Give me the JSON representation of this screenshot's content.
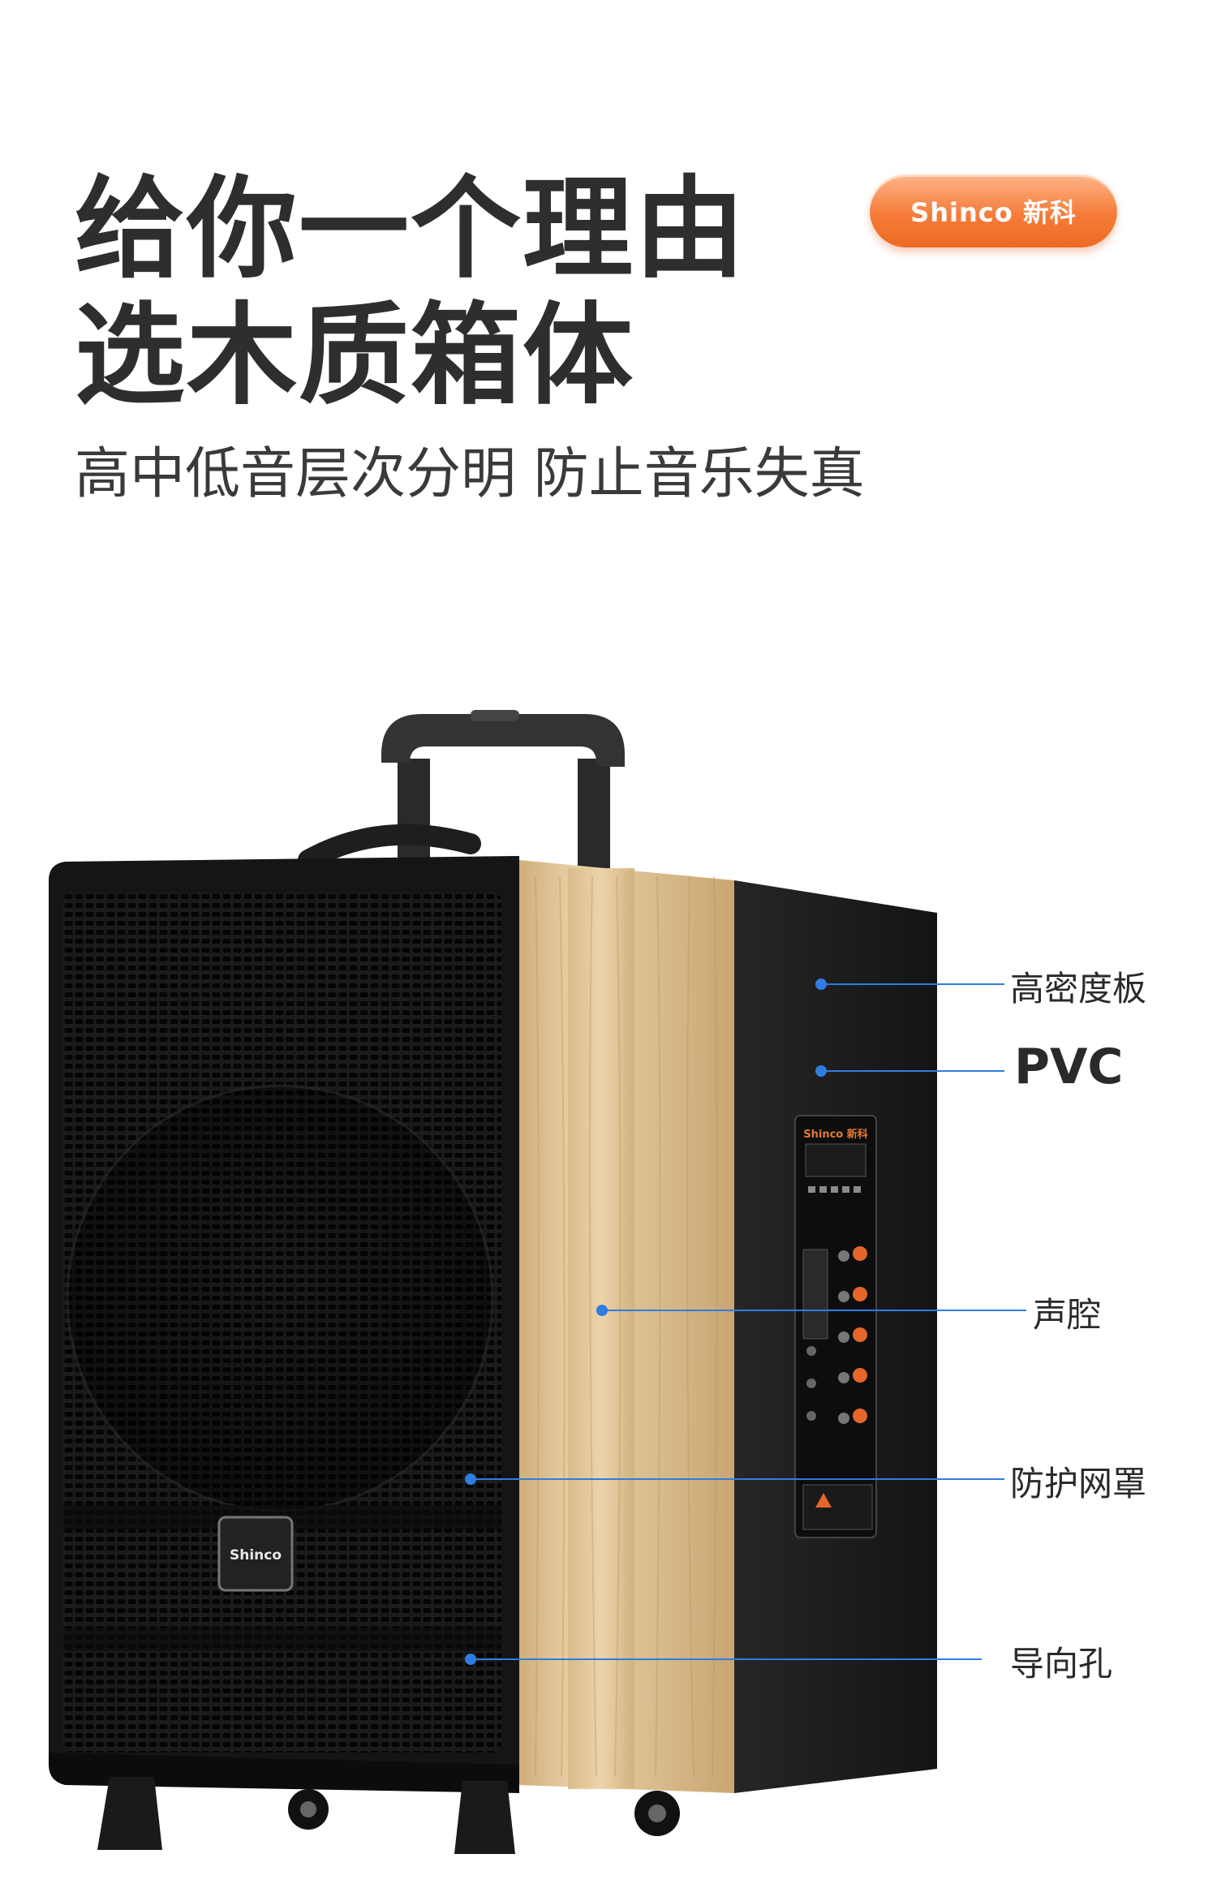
{
  "headline": {
    "line1": "给你一个理由",
    "line2": "选木质箱体"
  },
  "subhead": "高中低音层次分明 防止音乐失真",
  "brand_badge": {
    "label": "Shinco 新科"
  },
  "product": {
    "grille_logo": "Shinco",
    "panel_logo": "Shinco 新科"
  },
  "callouts": [
    {
      "label": "高密度板"
    },
    {
      "label": "PVC"
    },
    {
      "label": "声腔"
    },
    {
      "label": "防护网罩"
    },
    {
      "label": "导向孔"
    }
  ],
  "colors": {
    "headline": "#2e2e2e",
    "badge": "#f57c39",
    "callout_line": "#2f7de1",
    "wood": "#e2c79a",
    "cabinet": "#1c1c1c"
  }
}
